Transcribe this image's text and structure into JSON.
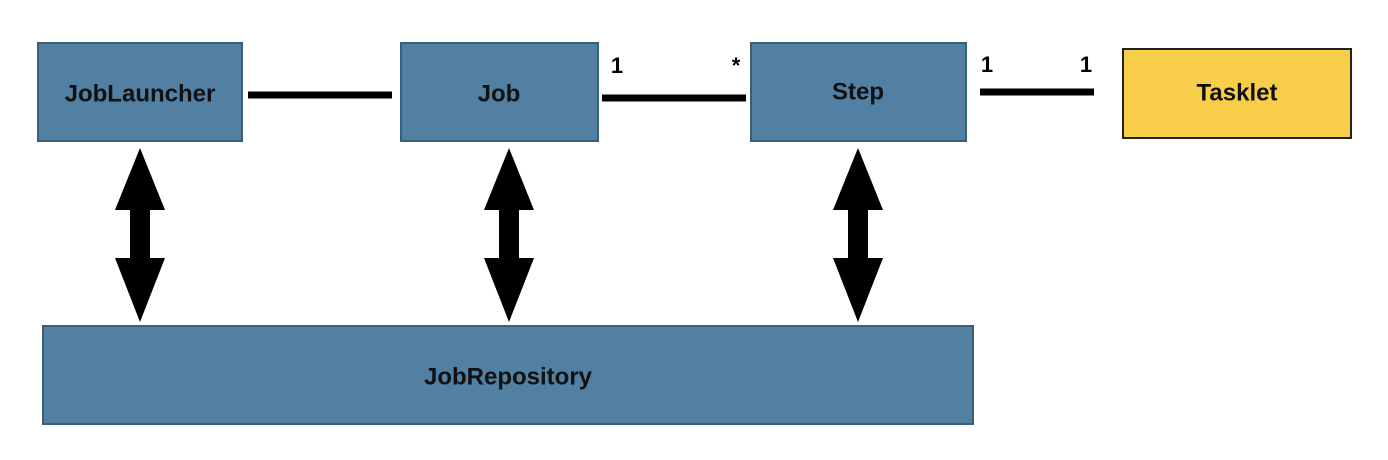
{
  "colors": {
    "component_fill": "#5180a2",
    "component_stroke": "#3c5f79",
    "tasklet_fill": "#f7cd4a",
    "tasklet_stroke": "#222222",
    "connector": "#000000"
  },
  "nodes": {
    "job_launcher": {
      "label": "JobLauncher"
    },
    "job": {
      "label": "Job"
    },
    "step": {
      "label": "Step"
    },
    "tasklet": {
      "label": "Tasklet"
    },
    "job_repository": {
      "label": "JobRepository"
    }
  },
  "edges": {
    "job_step": {
      "from_multiplicity": "1",
      "to_multiplicity": "*"
    },
    "step_tasklet": {
      "from_multiplicity": "1",
      "to_multiplicity": "1"
    }
  }
}
